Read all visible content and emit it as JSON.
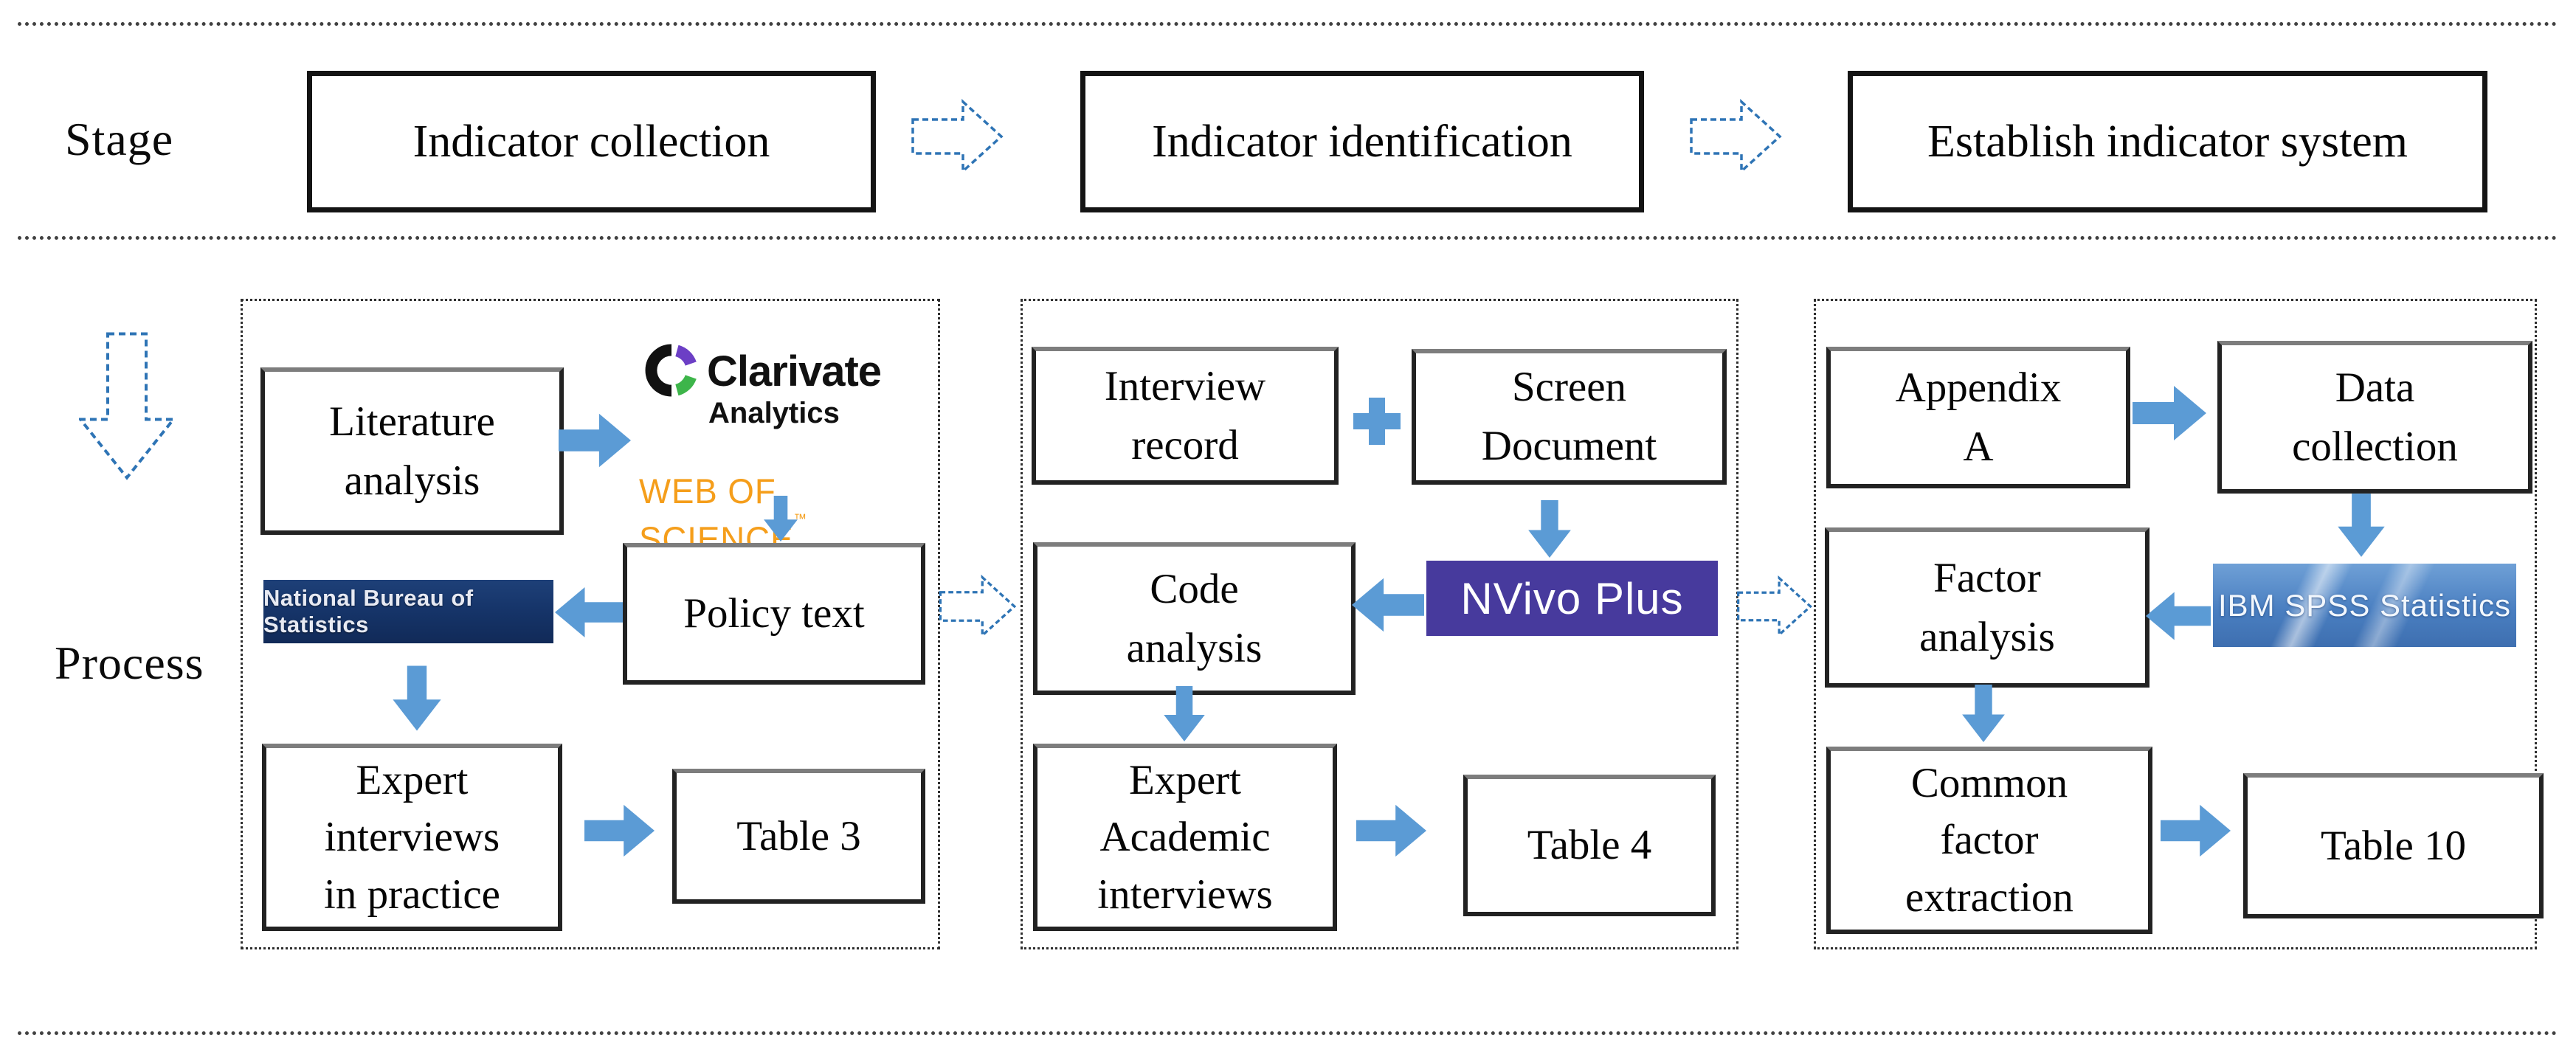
{
  "figure": {
    "stage_label": "Stage",
    "process_label": "Process",
    "stages": {
      "collection": "Indicator collection",
      "identification": "Indicator identification",
      "establish": "Establish indicator system"
    },
    "panel1": {
      "literature_box": "Literature\nanalysis",
      "clarivate_name": "Clarivate",
      "clarivate_sub": "Analytics",
      "web_of_science": "WEB OF SCIENCE",
      "web_of_science_tm": "™",
      "policy_box": "Policy text",
      "nbs_banner": "National Bureau of Statistics",
      "expert_box": "Expert\ninterviews\nin practice",
      "table_box": "Table 3"
    },
    "panel2": {
      "interview_box": "Interview\nrecord",
      "screen_box": "Screen\nDocument",
      "code_box": "Code\nanalysis",
      "nvivo_banner": "NVivo Plus",
      "expert_box": "Expert\nAcademic\ninterviews",
      "table_box": "Table 4"
    },
    "panel3": {
      "appendix_box": "Appendix\nA",
      "data_box": "Data\ncollection",
      "factor_box": "Factor\nanalysis",
      "spss_banner": "IBM SPSS Statistics",
      "common_box": "Common\nfactor\nextraction",
      "table_box": "Table 10"
    },
    "colors": {
      "solid_arrow_blue": "#5B9BD5",
      "dashed_arrow_blue": "#2E74B5",
      "nbs_navy": "#17366B",
      "nvivo_purple": "#473A9D",
      "spss_blue": "#4C82C4",
      "wos_orange": "#F59E1B",
      "clarivate_purple": "#6C3FC5",
      "clarivate_green": "#3DB54A",
      "clarivate_black": "#111111"
    }
  }
}
